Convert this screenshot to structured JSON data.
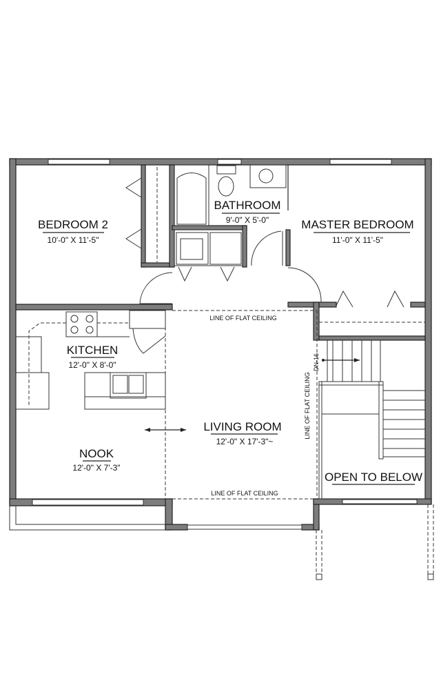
{
  "rooms": {
    "bedroom2": {
      "name": "BEDROOM 2",
      "size": "10'-0\" X 11'-5\""
    },
    "bathroom": {
      "name": "BATHROOM",
      "size": "9'-0\" X 5'-0\""
    },
    "master": {
      "name": "MASTER BEDROOM",
      "size": "11'-0\" X 11'-5\""
    },
    "kitchen": {
      "name": "KITCHEN",
      "size": "12'-0\" X 8'-0\""
    },
    "living": {
      "name": "LIVING ROOM",
      "size": "12'-0\" X 17'-3\"~"
    },
    "nook": {
      "name": "NOOK",
      "size": "12'-0\" X 7'-3\""
    },
    "open": {
      "name": "OPEN TO BELOW"
    }
  },
  "notes": {
    "ceiling_top": "LINE OF FLAT CEILING",
    "ceiling_right": "LINE OF FLAT CEILING",
    "ceiling_bottom": "LINE OF FLAT CEILING",
    "stairs": "DN-16"
  },
  "colors": {
    "wall": "#7d7d7d",
    "line": "#222222"
  }
}
